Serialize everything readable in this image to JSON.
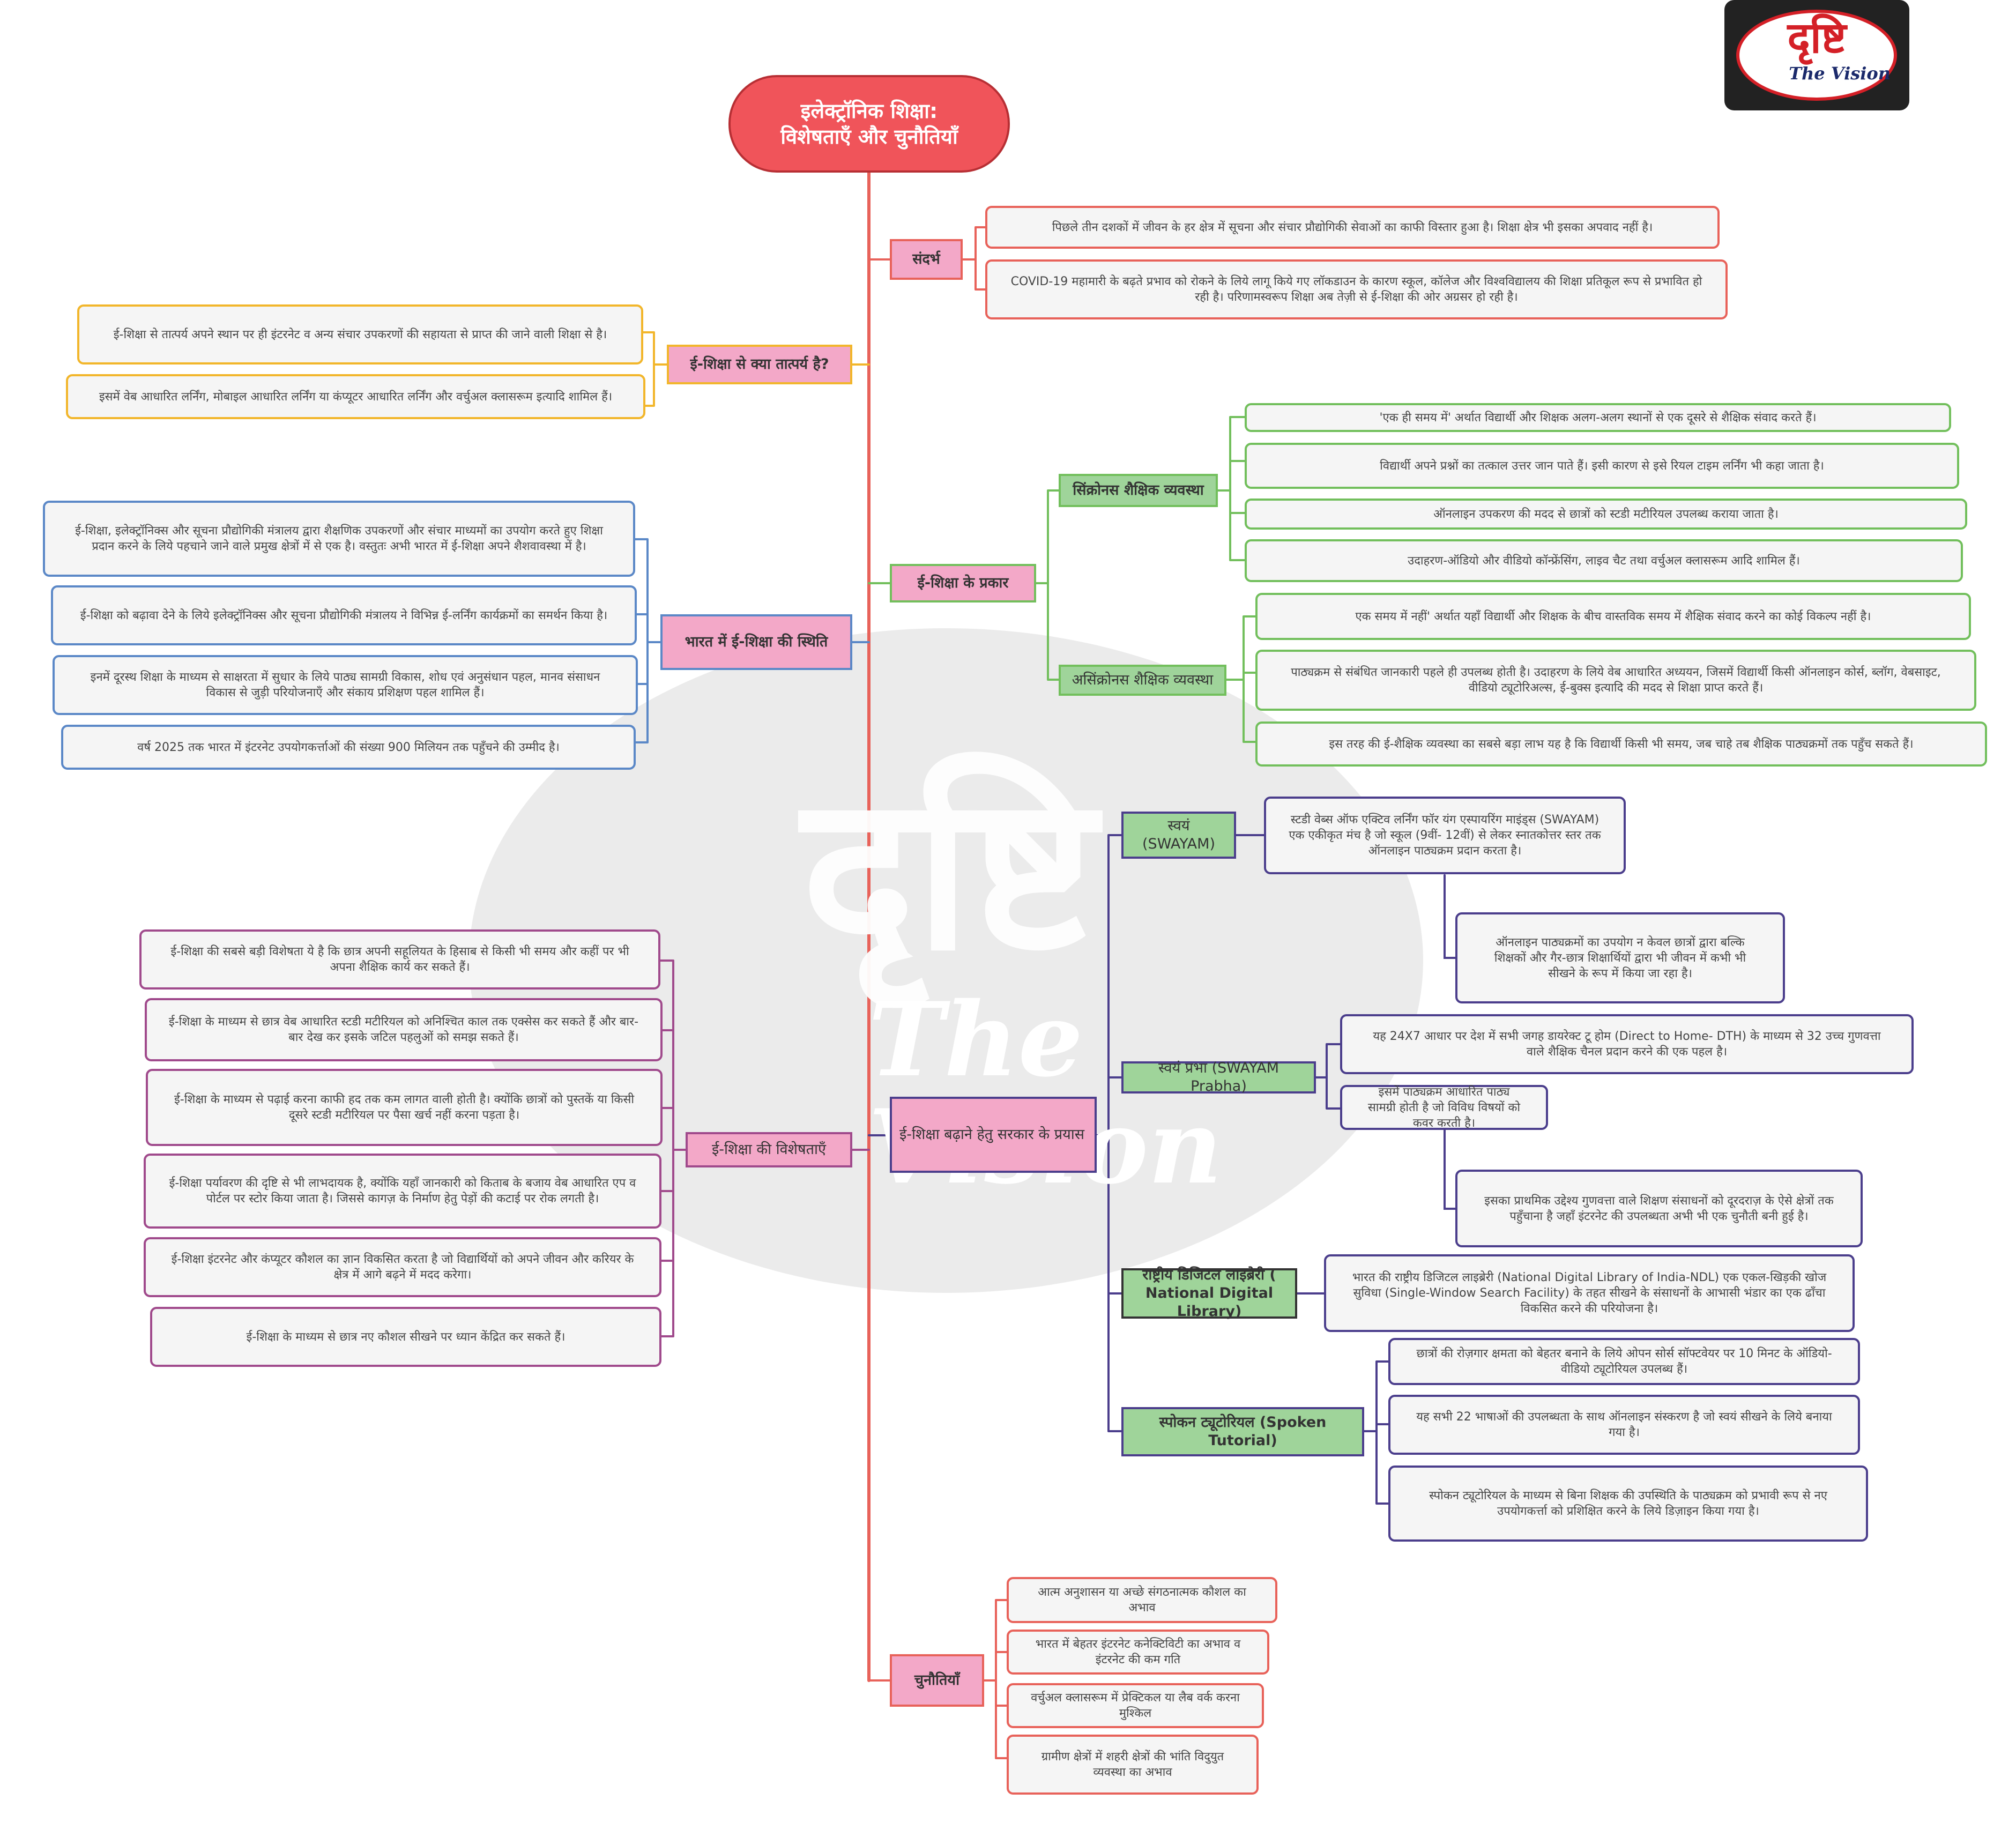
{
  "logo": {
    "main": "दृष्टि",
    "sub": "The Vision"
  },
  "watermark": {
    "main": "दृष्टि",
    "sub": "The Vision"
  },
  "title": {
    "line1": "इलेक्ट्रॉनिक शिक्षा:",
    "line2": "विशेषताएँ और चुनौतियाँ"
  },
  "context": {
    "label": "संदर्भ",
    "items": [
      "पिछले तीन दशकों में जीवन के हर क्षेत्र में सूचना और संचार प्रौद्योगिकी सेवाओं का काफी विस्तार हुआ है। शिक्षा क्षेत्र भी इसका अपवाद नहीं है।",
      "COVID-19 महामारी के बढ़ते प्रभाव को रोकने के लिये लागू किये गए लॉकडाउन के कारण स्कूल, कॉलेज और विश्वविद्यालय की शिक्षा प्रतिकूल रूप से प्रभावित हो रही है। परिणामस्वरूप शिक्षा अब तेज़ी से ई-शिक्षा की ओर अग्रसर हो रही है।"
    ]
  },
  "meaning": {
    "label": "ई-शिक्षा से क्या तात्पर्य है?",
    "items": [
      "ई-शिक्षा से तात्पर्य अपने स्थान पर ही इंटरनेट व अन्य संचार उपकरणों की सहायता से प्राप्त की जाने वाली शिक्षा से है।",
      "इसमें वेब आधारित लर्निंग, मोबाइल आधारित लर्निंग या कंप्यूटर आधारित लर्निंग और वर्चुअल क्लासरूम इत्यादि शामिल हैं।"
    ]
  },
  "types": {
    "label": "ई-शिक्षा  के प्रकार",
    "sync": {
      "label": "सिंक्रोनस शैक्षिक व्यवस्था",
      "items": [
        "'एक ही समय में' अर्थात विद्यार्थी और शिक्षक अलग-अलग स्थानों से एक दूसरे से शैक्षिक संवाद करते हैं।",
        "विद्यार्थी अपने प्रश्नों का तत्काल उत्तर जान पाते हैं। इसी कारण से इसे रियल टाइम लर्निंग भी कहा जाता है।",
        "ऑनलाइन उपकरण की मदद से छात्रों को स्टडी मटीरियल उपलब्ध कराया जाता है।",
        "उदाहरण-ऑडियो और वीडियो कॉन्फ्रेंसिंग, लाइव चैट तथा वर्चुअल क्लासरूम आदि शामिल हैं।"
      ]
    },
    "async": {
      "label": "असिंक्रोनस शैक्षिक व्यवस्था",
      "items": [
        "एक समय में नहीं' अर्थात यहाँ विद्यार्थी और शिक्षक के बीच वास्तविक समय में शैक्षिक संवाद करने का कोई विकल्प नहीं है।",
        "पाठ्यक्रम से संबंधित जानकारी पहले ही उपलब्ध होती है। उदाहरण के लिये वेब आधारित अध्ययन, जिसमें विद्यार्थी किसी ऑनलाइन कोर्स, ब्लॉग, वेबसाइट, वीडियो ट्यूटोरिअल्स, ई-बुक्स इत्यादि की मदद से शिक्षा प्राप्त करते हैं।",
        "इस तरह की ई-शैक्षिक व्यवस्था का सबसे बड़ा लाभ यह है कि विद्यार्थी किसी भी समय, जब चाहे तब शैक्षिक पाठ्यक्रमों तक पहुँच सकते हैं।"
      ]
    }
  },
  "india": {
    "label": "भारत में ई-शिक्षा की स्थिति",
    "items": [
      "ई-शिक्षा, इलेक्ट्रॉनिक्स और सूचना प्रौद्योगिकी मंत्रालय द्वारा शैक्षणिक उपकरणों और संचार माध्यमों का उपयोग करते हुए शिक्षा प्रदान करने के लिये पहचाने जाने वाले प्रमुख क्षेत्रों में से एक है। वस्तुतः अभी भारत में ई-शिक्षा अपने शैशवावस्था में है।",
      "ई-शिक्षा को बढ़ावा देने के लिये इलेक्ट्रॉनिक्स और सूचना प्रौद्योगिकी मंत्रालय ने विभिन्न ई-लर्निंग कार्यक्रमों का समर्थन किया है।",
      "इनमें दूरस्थ शिक्षा के माध्यम से साक्षरता में सुधार के लिये पाठ्य सामग्री विकास, शोध एवं अनुसंधान पहल, मानव संसाधन विकास से जुड़ी परियोजनाएँ और संकाय प्रशिक्षण पहल शामिल हैं।",
      "वर्ष 2025 तक भारत में इंटरनेट उपयोगकर्त्ताओं की संख्या 900 मिलियन तक पहुँचने की उम्मीद है।"
    ]
  },
  "features": {
    "label": "ई-शिक्षा की विशेषताएँ",
    "items": [
      "ई-शिक्षा की सबसे बड़ी विशेषता ये है कि छात्र अपनी सहूलियत के हिसाब से किसी भी समय और कहीं पर भी अपना शैक्षिक कार्य कर सकते हैं।",
      "ई-शिक्षा के माध्यम से छात्र वेब आधारित स्टडी मटीरियल को अनिश्चित काल तक एक्सेस कर सकते हैं और बार-बार देख कर इसके जटिल पहलुओं को समझ सकते हैं।",
      "ई-शिक्षा के माध्यम से पढ़ाई करना काफी हद तक कम लागत वाली होती है। क्योंकि छात्रों को  पुस्तकें या किसी दूसरे स्टडी मटीरियल पर पैसा खर्च नहीं करना पड़ता है।",
      "ई-शिक्षा पर्यावरण की दृष्टि से भी लाभदायक है, क्योंकि यहाँ जानकारी को किताब के बजाय वेब आधारित एप व पोर्टल पर स्टोर किया जाता है। जिससे कागज़ के निर्माण हेतु पेड़ों की कटाई पर रोक लगती है।",
      "ई-शिक्षा इंटरनेट और कंप्यूटर कौशल का ज्ञान विकसित करता है जो विद्यार्थियों को अपने जीवन और करियर के क्षेत्र में आगे बढ़ने में मदद करेगा।",
      "ई-शिक्षा के माध्यम से छात्र नए कौशल सीखने पर ध्यान केंद्रित कर सकते हैं।"
    ]
  },
  "govt": {
    "label": "ई-शिक्षा बढ़ाने हेतु सरकार के प्रयास",
    "swayam": {
      "label": "स्वयं (SWAYAM)",
      "items": [
        "स्टडी वेब्स ऑफ एक्टिव लर्निंग फॉर यंग एस्पायरिंग माइंड्स (SWAYAM) एक एकीकृत मंच है जो स्कूल (9वीं- 12वीं) से लेकर स्नातकोत्तर स्तर तक ऑनलाइन पाठ्यक्रम प्रदान करता है।",
        "ऑनलाइन पाठ्यक्रमों का उपयोग न केवल छात्रों द्वारा बल्कि शिक्षकों और गैर-छात्र शिक्षार्थियों द्वारा भी जीवन में कभी भी सीखने के रूप में किया जा रहा है।"
      ]
    },
    "prabha": {
      "label": "स्वयं प्रभा (SWAYAM Prabha)",
      "items": [
        "यह 24X7 आधार पर देश में सभी जगह डायरेक्ट टू होम (Direct to Home- DTH) के माध्यम से 32 उच्च गुणवत्ता वाले शैक्षिक चैनल प्रदान करने की एक पहल है।",
        "इसमें पाठ्यक्रम आधारित पाठ्य सामग्री होती है जो विविध विषयों को कवर करती है।",
        "इसका प्राथमिक उद्देश्य गुणवत्ता वाले शिक्षण संसाधनों को दूरदराज़ के ऐसे क्षेत्रों तक पहुँचाना है जहाँ इंटरनेट की उपलब्धता अभी भी एक चुनौती बनी हुई है।"
      ]
    },
    "ndl": {
      "label": "राष्ट्रीय डिजिटल लाइब्रेरी ( National Digital Library)",
      "items": [
        "भारत की राष्ट्रीय डिजिटल लाइब्रेरी (National Digital Library of India-NDL) एक एकल-खिड़की खोज सुविधा (Single-Window Search Facility) के तहत सीखने के संसाधनों के आभासी भंडार का एक ढाँचा विकसित करने की परियोजना है।"
      ]
    },
    "spoken": {
      "label": "स्पोकन ट्यूटोरियल (Spoken Tutorial)",
      "items": [
        "छात्रों की रोज़गार क्षमता को बेहतर बनाने के लिये ओपन सोर्स सॉफ्टवेयर पर 10 मिनट के ऑडियो-वीडियो ट्यूटोरियल उपलब्ध हैं।",
        "यह सभी 22 भाषाओं की उपलब्धता के साथ ऑनलाइन संस्करण है जो स्वयं सीखने के लिये बनाया गया है।",
        "स्पोकन ट्यूटोरियल के माध्यम से बिना शिक्षक की उपस्थिति के पाठ्यक्रम को प्रभावी रूप से नए उपयोगकर्त्ता को प्रशिक्षित करने के लिये डिज़ाइन किया गया है।"
      ]
    }
  },
  "challenges": {
    "label": "चुनौतियाँ",
    "items": [
      "आत्म अनुशासन या अच्छे संगठनात्मक कौशल का अभाव",
      "भारत में बेहतर इंटरनेट कनेक्टिविटी का अभाव व इंटरनेट की कम गति",
      "वर्चुअल क्लासरूम में प्रेक्टिकल या लैब वर्क करना मुश्किल",
      "ग्रामीण क्षेत्रों में शहरी क्षेत्रों की भांति विदुयुत व्यवस्था का अभाव"
    ]
  },
  "colors": {
    "spine": "#e8625a",
    "title_bg": "#f0545a",
    "header_bg": "#f3a8c8",
    "green_header_bg": "#9fd49a",
    "orange": "#f2b62b",
    "blue": "#5b88c7",
    "green": "#72bf5c",
    "purple": "#4b3e8c",
    "violet": "#a04a8c"
  }
}
